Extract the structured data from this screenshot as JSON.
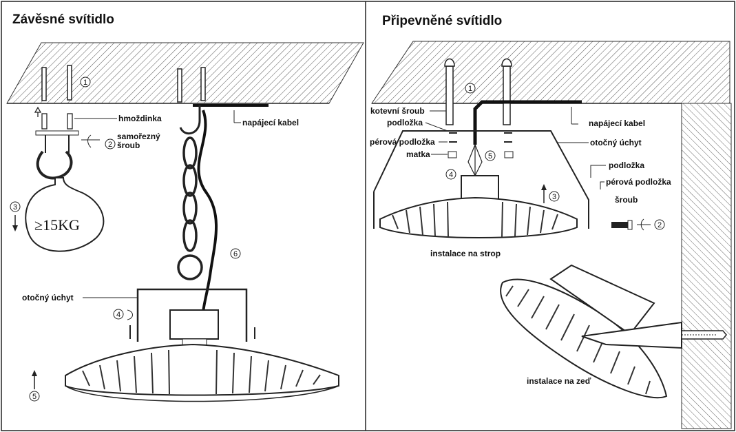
{
  "left_panel": {
    "title": "Závěsné svítidlo",
    "labels": {
      "hmozdinka": "hmoždinka",
      "samorezny_line1": "samořezný",
      "samorezny_line2": "šroub",
      "napajeci_kabel": "napájecí kabel",
      "otocny_uchyt": "otočný úchyt",
      "weight": "≥15KG"
    },
    "steps": [
      "1",
      "2",
      "3",
      "4",
      "5",
      "6"
    ]
  },
  "right_panel": {
    "title": "Připevněné svítidlo",
    "labels": {
      "kotevni_sroub": "kotevní šroub",
      "podlozka": "podložka",
      "perova_podlozka": "pérová podložka",
      "matka": "matka",
      "napajeci_kabel": "napájecí kabel",
      "otocny_uchyt": "otočný úchyt",
      "podlozka_2": "podložka",
      "perova_podlozka_2": "pérová podložka",
      "sroub": "šroub",
      "instalace_strop": "instalace na strop",
      "instalace_zed": "instalace na zeď"
    },
    "steps": [
      "1",
      "2",
      "3",
      "4",
      "5"
    ]
  }
}
